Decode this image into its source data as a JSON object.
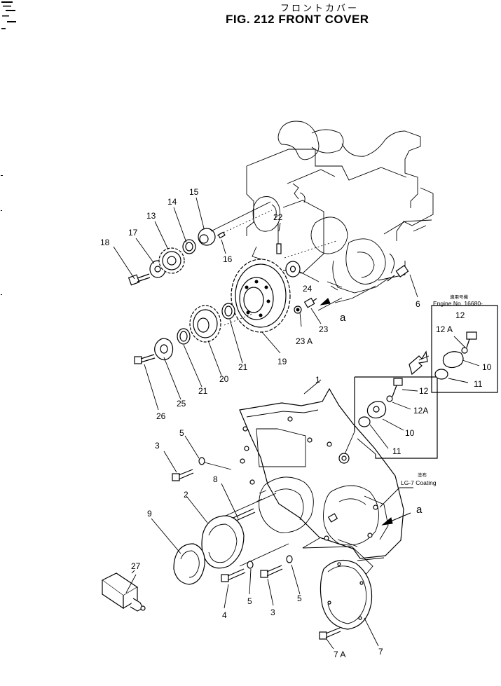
{
  "header": {
    "japanese_title": "フロントカバー",
    "title": "FIG. 212  FRONT COVER"
  },
  "inset_upper": {
    "line1": "適用号機",
    "line2": "Engine No. 16680-"
  },
  "coating_note": {
    "jp": "塗布",
    "text": "LG-7 Coating"
  },
  "view_label_a": "a",
  "view_label_a2": "a",
  "callouts": {
    "c1": "1",
    "c2": "2",
    "c3a": "3",
    "c3b": "3",
    "c4": "4",
    "c5a": "5",
    "c5b": "5",
    "c5c": "5",
    "c6": "6",
    "c7": "7",
    "c7a": "7 A",
    "c8": "8",
    "c9": "9",
    "c10a": "10",
    "c10b": "10",
    "c11a": "11",
    "c11b": "11",
    "c12a": "12",
    "c12b": "12",
    "c12Aa": "12 A",
    "c12Ab": "12A",
    "c13": "13",
    "c14": "14",
    "c15": "15",
    "c16": "16",
    "c17": "17",
    "c18": "18",
    "c19": "19",
    "c20": "20",
    "c21a": "21",
    "c21b": "21",
    "c22": "22",
    "c23": "23",
    "c23a": "23 A",
    "c24": "24",
    "c25": "25",
    "c26": "26",
    "c27": "27"
  },
  "icons": [
    "front-cover-assembly-icon",
    "gear-icon",
    "bolt-icon",
    "seal-icon",
    "arrow-icon"
  ]
}
